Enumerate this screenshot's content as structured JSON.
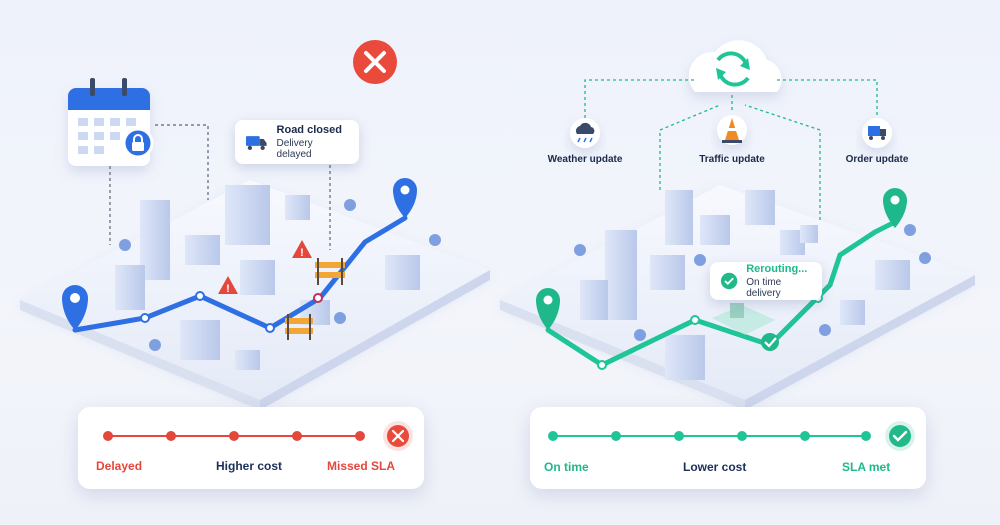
{
  "left_panel": {
    "popup": {
      "title": "Road closed",
      "subtitle": "Delivery delayed"
    },
    "status_bar": {
      "labels": [
        "Delayed",
        "Higher cost",
        "Missed SLA"
      ],
      "colors": [
        "#e4473c",
        "#1c2e5a",
        "#e4473c"
      ]
    },
    "accent": "#2f6fe4",
    "error_color": "#ea4a3c"
  },
  "right_panel": {
    "sources": [
      {
        "label": "Weather update",
        "icon": "weather-icon"
      },
      {
        "label": "Traffic update",
        "icon": "traffic-cone-icon"
      },
      {
        "label": "Order update",
        "icon": "delivery-truck-icon"
      }
    ],
    "popup": {
      "title": "Rerouting...",
      "subtitle": "On time delivery"
    },
    "status_bar": {
      "labels": [
        "On time",
        "Lower cost",
        "SLA met"
      ],
      "colors": [
        "#1fb88a",
        "#1c2e5a",
        "#1fb88a"
      ]
    },
    "accent": "#1fc497",
    "success_color": "#22b98a"
  }
}
